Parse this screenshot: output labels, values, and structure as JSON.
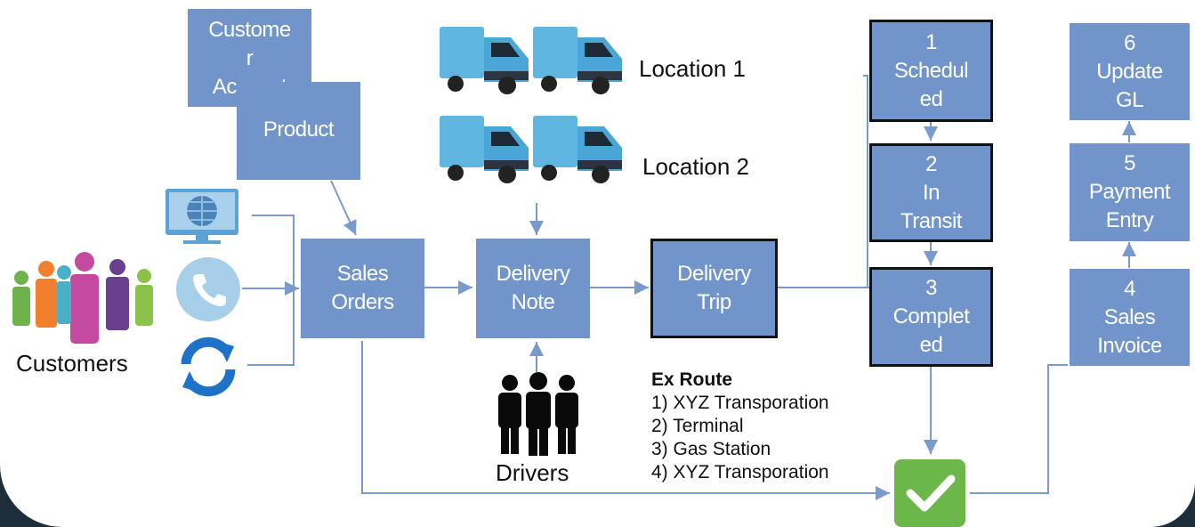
{
  "boxes": {
    "customer_account": "Custome\nr\nAccount",
    "product": "Product",
    "sales_orders": "Sales\nOrders",
    "delivery_note": "Delivery\nNote",
    "delivery_trip": "Delivery\nTrip",
    "scheduled": "1\nSchedul\ned",
    "in_transit": "2\nIn\nTransit",
    "completed": "3\nComplet\ned",
    "sales_invoice": "4\nSales\nInvoice",
    "payment_entry": "5\nPayment\nEntry",
    "update_gl": "6\nUpdate\nGL"
  },
  "labels": {
    "location1": "Location 1",
    "location2": "Location 2",
    "customers": "Customers",
    "drivers": "Drivers"
  },
  "route": {
    "title": "Ex Route",
    "stops": [
      "1) XYZ Transporation",
      "2) Terminal",
      "3) Gas Station",
      "4) XYZ Transporation"
    ]
  },
  "icons": {
    "truck": "truck-icon",
    "computer": "computer-icon",
    "phone": "phone-icon",
    "sync": "sync-icon",
    "customers": "people-icon",
    "drivers": "drivers-icon",
    "check": "check-icon"
  },
  "colors": {
    "box": "#7195cb",
    "box_border": "#111111",
    "line": "#7a9acb",
    "check": "#6bb74a",
    "truck": "#5fb6e0"
  }
}
